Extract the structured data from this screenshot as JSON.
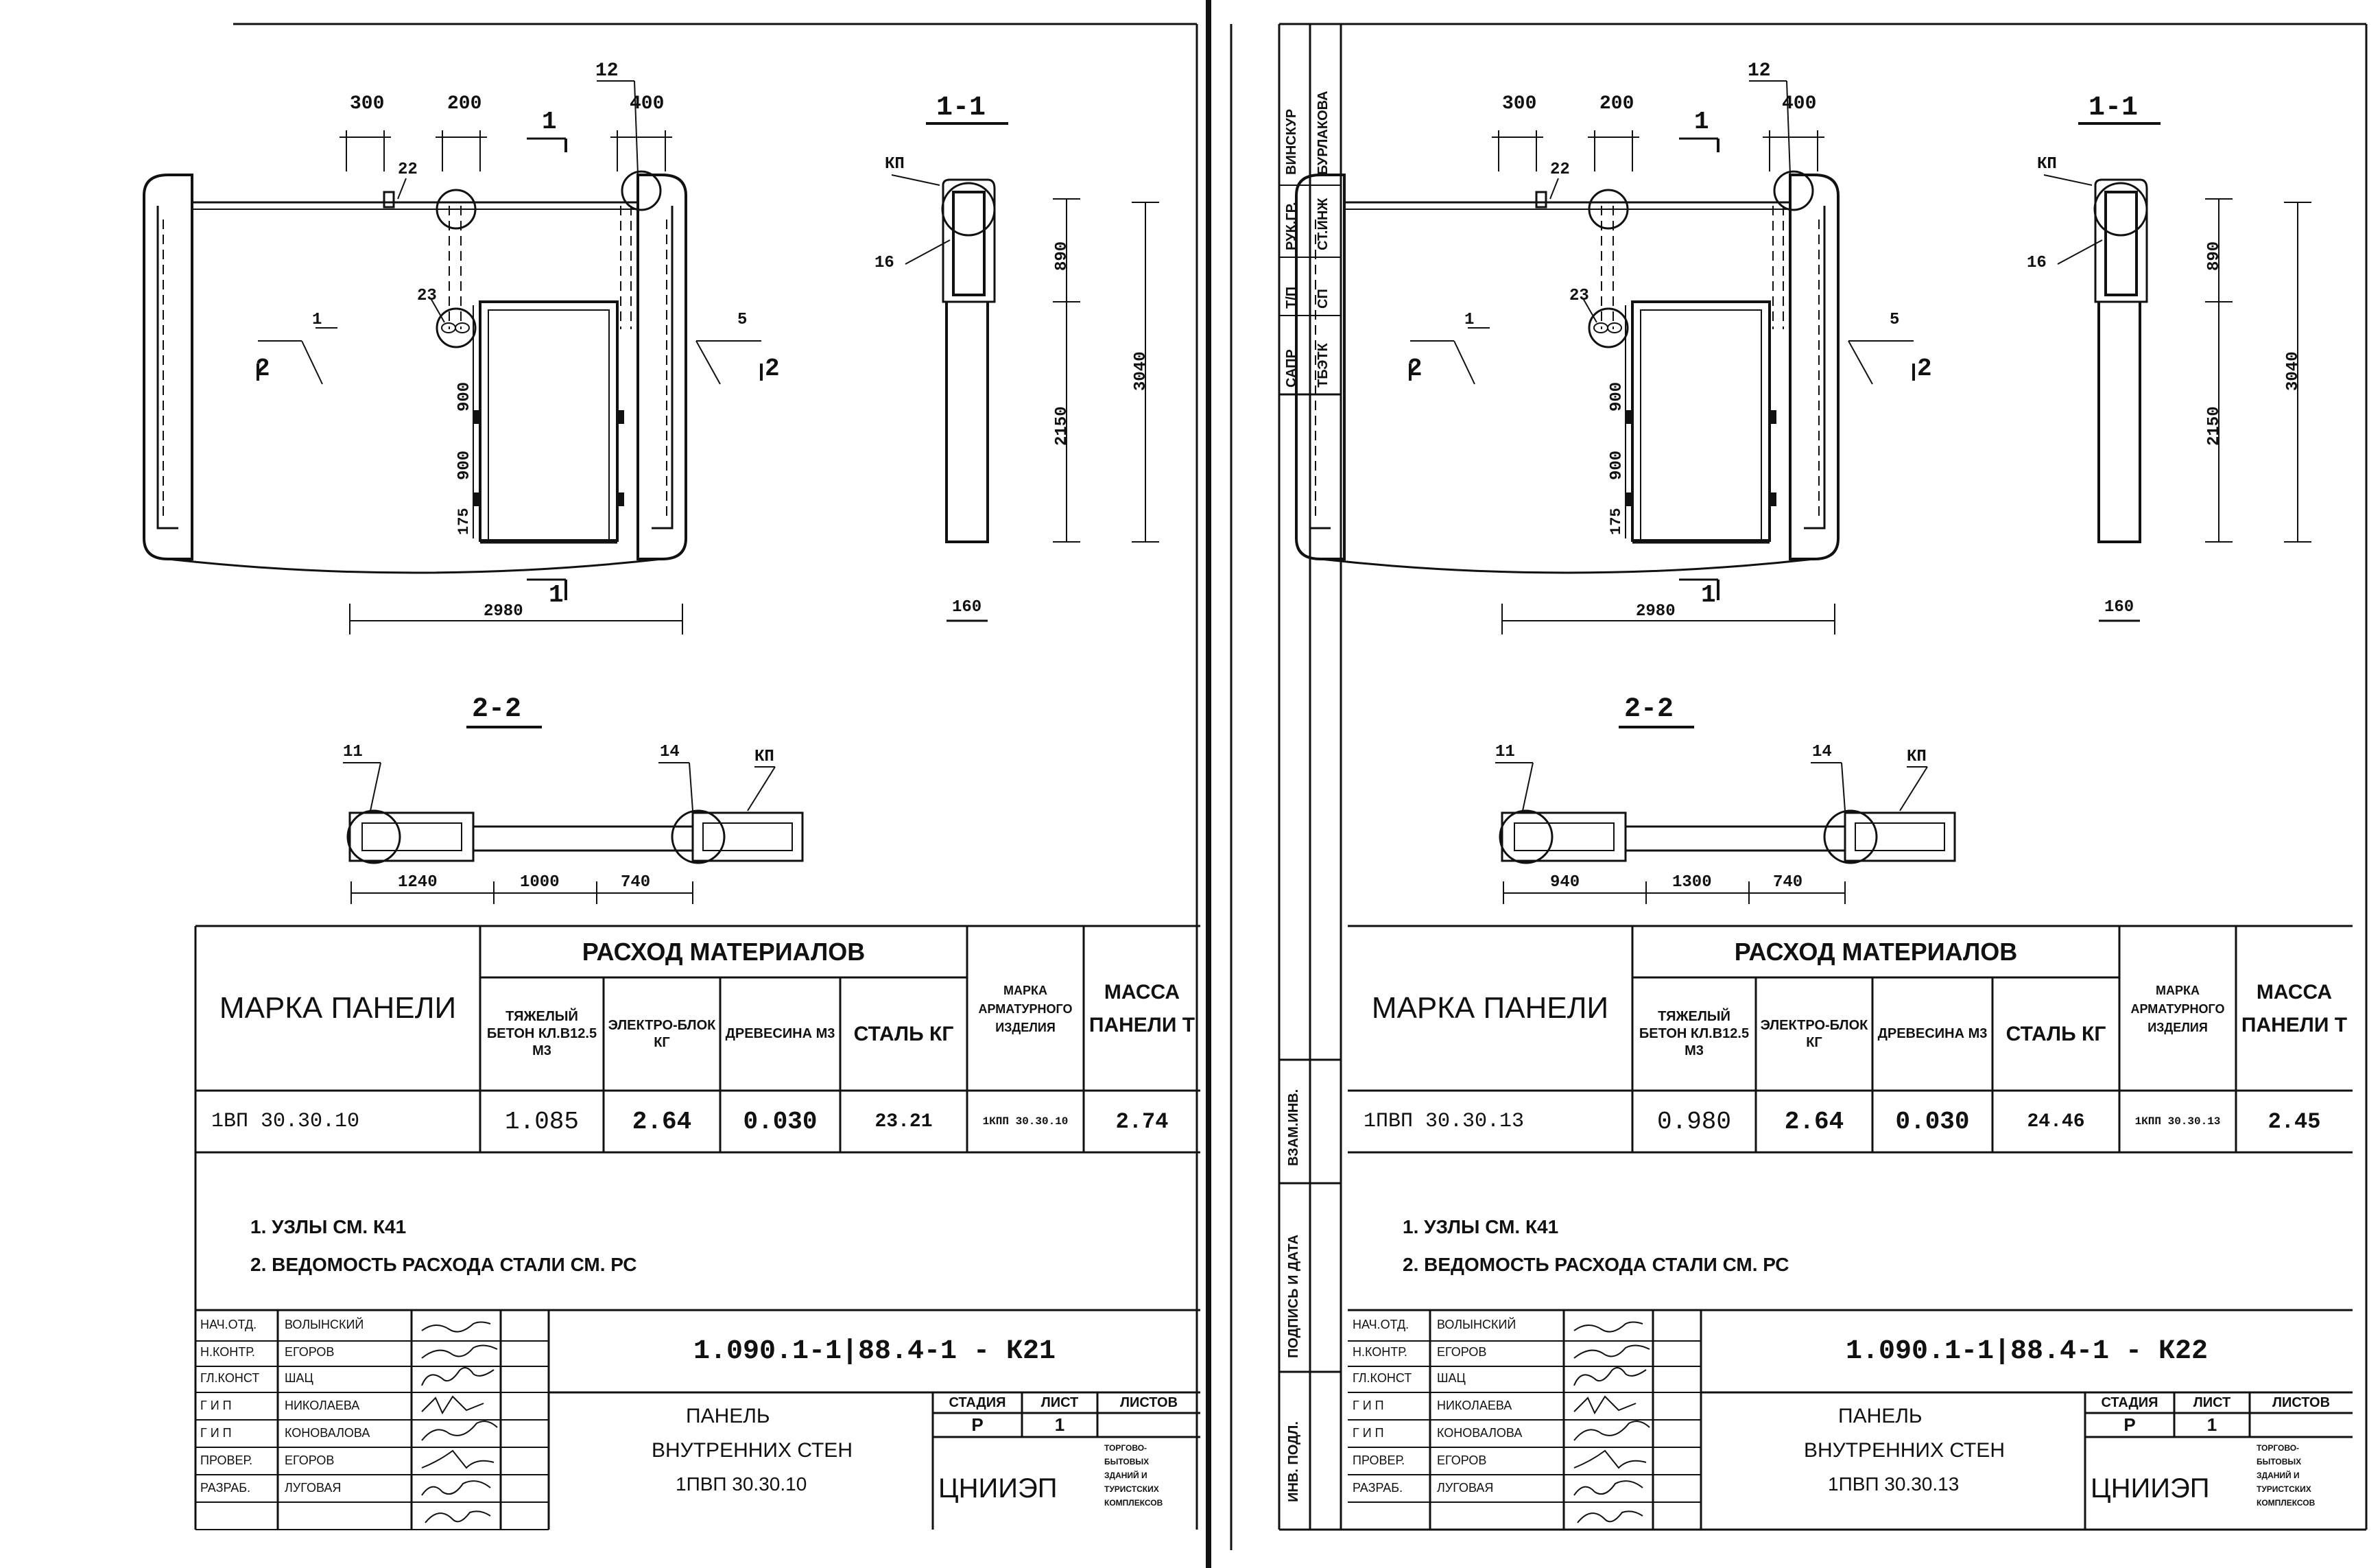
{
  "sheets": [
    {
      "id": "k21",
      "dims": {
        "top_300": "300",
        "top_200": "200",
        "top_400": "400",
        "width_2980": "2980",
        "door_900a": "900",
        "door_900b": "900",
        "door_175": "175"
      },
      "callouts": {
        "c1": "1",
        "c5": "5",
        "c12": "12",
        "c22": "22",
        "c23": "23",
        "c11": "11",
        "c14": "14",
        "c16": "16",
        "kp_a": "КП",
        "kp_b": "КП"
      },
      "section_marks": {
        "s2a": "2",
        "s2b": "2",
        "s1a": "1",
        "s1b": "1"
      },
      "section_11": {
        "title": "1-1",
        "h_890": "890",
        "h_2150": "2150",
        "h_3040": "3040",
        "w_160": "160"
      },
      "section_22": {
        "title": "2-2",
        "d1": "1240",
        "d2": "1000",
        "d3": "740"
      },
      "table": {
        "marka_header": "МАРКА ПАНЕЛИ",
        "rashod_header": "РАСХОД МАТЕРИАЛОВ",
        "col_beton": "ТЯЖЕЛЫЙ БЕТОН КЛ.В12.5 М3",
        "col_elektro": "ЭЛЕКТРО-БЛОК КГ",
        "col_dreves": "ДРЕВЕСИНА М3",
        "col_stal": "СТАЛЬ КГ",
        "col_marka_arm": "МАРКА АРМАТУРНОГО ИЗДЕЛИЯ",
        "col_massa": "МАССА ПАНЕЛИ Т",
        "row": {
          "marka": "1ВП 30.30.10",
          "beton": "1.085",
          "elektro": "2.64",
          "dreves": "0.030",
          "stal": "23.21",
          "arm": "1КПП 30.30.10",
          "massa": "2.74"
        }
      },
      "notes": [
        "1. УЗЛЫ СМ. К41",
        "2. ВЕДОМОСТЬ РАСХОДА СТАЛИ СМ. РС"
      ],
      "stamp": {
        "code": "1.090.1-1|88.4-1 - К21",
        "title": [
          "ПАНЕЛЬ",
          "ВНУТРЕННИХ СТЕН",
          "1ПВП 30.30.10"
        ],
        "roles": [
          "НАЧ.ОТД.",
          "Н.КОНТР.",
          "ГЛ.КОНСТ",
          "Г И П",
          "Г И П",
          "ПРОВЕР.",
          "РАЗРАБ."
        ],
        "names": [
          "ВОЛЫНСКИЙ",
          "ЕГОРОВ",
          "ШАЦ",
          "НИКОЛАЕВА",
          "КОНОВАЛОВА",
          "ЕГОРОВ",
          "ЛУГОВАЯ"
        ],
        "stage_label": "СТАДИЯ",
        "sheet_label": "ЛИСТ",
        "sheets_label": "ЛИСТОВ",
        "stage": "Р",
        "sheet": "1",
        "org": "ЦНИИЭП",
        "org_note": [
          "ТОРГОВО-",
          "БЫТОВЫХ",
          "ЗДАНИЙ И",
          "ТУРИСТСКИХ",
          "КОМПЛЕКСОВ"
        ]
      }
    },
    {
      "id": "k22",
      "dims": {
        "top_300": "300",
        "top_200": "200",
        "top_400": "400",
        "width_2980": "2980",
        "door_900a": "900",
        "door_900b": "900",
        "door_175": "175"
      },
      "callouts": {
        "c1": "1",
        "c5": "5",
        "c12": "12",
        "c22": "22",
        "c23": "23",
        "c11": "11",
        "c14": "14",
        "c16": "16",
        "kp_a": "КП",
        "kp_b": "КП"
      },
      "section_marks": {
        "s2a": "2",
        "s2b": "2",
        "s1a": "1",
        "s1b": "1"
      },
      "section_11": {
        "title": "1-1",
        "h_890": "890",
        "h_2150": "2150",
        "h_3040": "3040",
        "w_160": "160"
      },
      "section_22": {
        "title": "2-2",
        "d1": "940",
        "d2": "1300",
        "d3": "740"
      },
      "table": {
        "marka_header": "МАРКА ПАНЕЛИ",
        "rashod_header": "РАСХОД МАТЕРИАЛОВ",
        "col_beton": "ТЯЖЕЛЫЙ БЕТОН КЛ.В12.5 М3",
        "col_elektro": "ЭЛЕКТРО-БЛОК КГ",
        "col_dreves": "ДРЕВЕСИНА М3",
        "col_stal": "СТАЛЬ КГ",
        "col_marka_arm": "МАРКА АРМАТУРНОГО ИЗДЕЛИЯ",
        "col_massa": "МАССА ПАНЕЛИ Т",
        "row": {
          "marka": "1ПВП 30.30.13",
          "beton": "0.980",
          "elektro": "2.64",
          "dreves": "0.030",
          "stal": "24.46",
          "arm": "1КПП 30.30.13",
          "massa": "2.45"
        }
      },
      "notes": [
        "1. УЗЛЫ СМ. К41",
        "2. ВЕДОМОСТЬ РАСХОДА СТАЛИ СМ. РС"
      ],
      "stamp": {
        "code": "1.090.1-1|88.4-1 - К22",
        "title": [
          "ПАНЕЛЬ",
          "ВНУТРЕННИХ СТЕН",
          "1ПВП 30.30.13"
        ],
        "roles": [
          "НАЧ.ОТД.",
          "Н.КОНТР.",
          "ГЛ.КОНСТ",
          "Г И П",
          "Г И П",
          "ПРОВЕР.",
          "РАЗРАБ."
        ],
        "names": [
          "ВОЛЫНСКИЙ",
          "ЕГОРОВ",
          "ШАЦ",
          "НИКОЛАЕВА",
          "КОНОВАЛОВА",
          "ЕГОРОВ",
          "ЛУГОВАЯ"
        ],
        "stage_label": "СТАДИЯ",
        "sheet_label": "ЛИСТ",
        "sheets_label": "ЛИСТОВ",
        "stage": "Р",
        "sheet": "1",
        "org": "ЦНИИЭП",
        "org_note": [
          "ТОРГОВО-",
          "БЫТОВЫХ",
          "ЗДАНИЙ И",
          "ТУРИСТСКИХ",
          "КОМПЛЕКСОВ"
        ]
      }
    }
  ],
  "margin_strip": {
    "roles": [
      "САПР",
      "Т/П",
      "РУК.ГР.",
      "ВИНСКУР"
    ],
    "values": [
      "ТБЭТК",
      "СП",
      "СТ.ИНЖ",
      "БУРЛАКОВА"
    ],
    "bottom_labels": [
      "ВЗАМ.ИНВ.",
      "ПОДПИСЬ И ДАТА",
      "ИНВ. ПОДЛ."
    ]
  }
}
